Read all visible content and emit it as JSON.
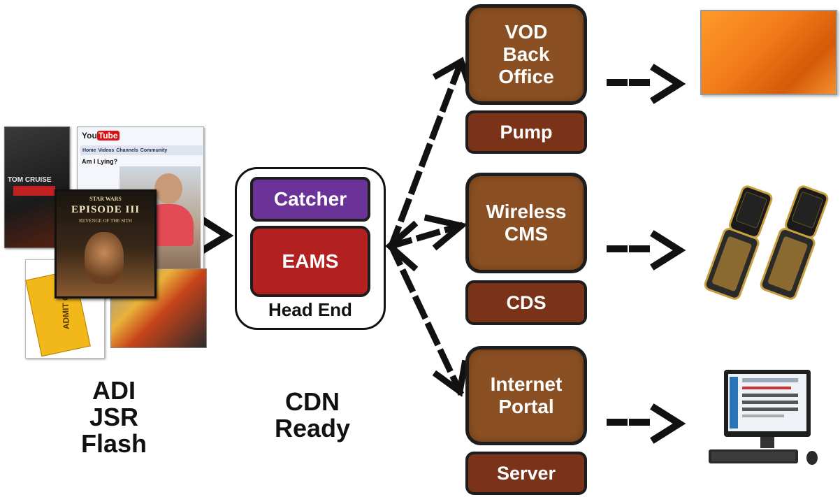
{
  "sources": {
    "label": "ADI\nJSR\nFlash"
  },
  "cdn": {
    "label": "CDN\nReady"
  },
  "head_end": {
    "label": "Head End",
    "catcher": "Catcher",
    "eams": "EAMS"
  },
  "vod": {
    "title": "VOD\nBack\nOffice",
    "sub": "Pump"
  },
  "wireless": {
    "title": "Wireless\nCMS",
    "sub": "CDS"
  },
  "internet": {
    "title": "Internet\nPortal",
    "sub": "Server"
  },
  "media": {
    "youtube_logo_you": "You",
    "youtube_logo_tube": "Tube",
    "youtube_tabs": [
      "Home",
      "Videos",
      "Channels",
      "Community"
    ],
    "youtube_video_title": "Am I Lying?",
    "dvd1_text": "TOM CRUISE",
    "dvd2_brand": "STAR WARS",
    "dvd2_title": "EPISODE III",
    "dvd2_subtitle": "REVENGE OF THE SITH",
    "ticket_text": "ADMIT ONE"
  },
  "colors": {
    "box_brown": "#8a4f22",
    "sub_brown": "#7a3318",
    "catcher_purple": "#6b3398",
    "eams_red": "#b22020",
    "tv_orange": "#f07a18"
  }
}
